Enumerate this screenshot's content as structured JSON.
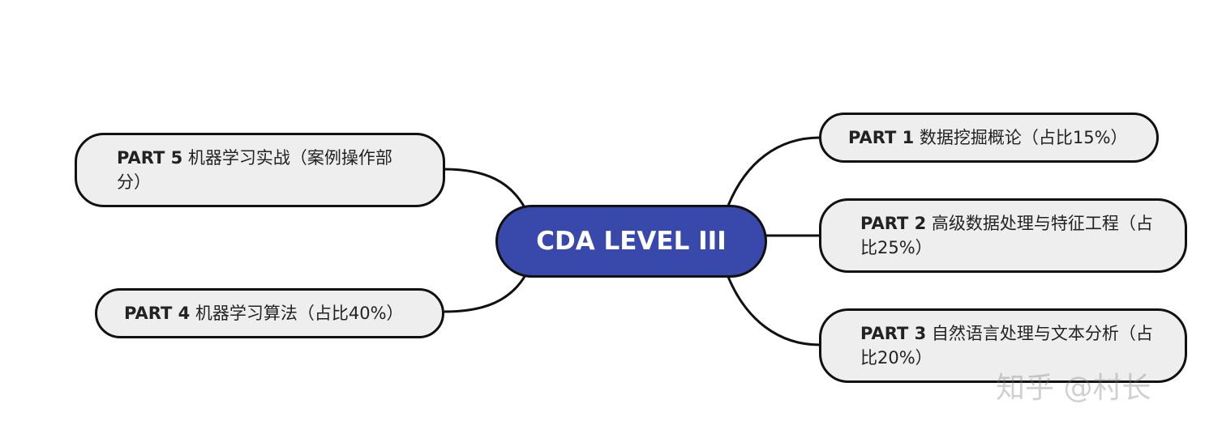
{
  "center": {
    "label": "CDA LEVEL III",
    "color": "#3949ab"
  },
  "nodes": {
    "part1": {
      "part": "PART 1",
      "text": " 数据挖掘概论（占比15%）"
    },
    "part2": {
      "part": "PART 2",
      "text": " 高级数据处理与特征工程（占比25%）"
    },
    "part3": {
      "part": "PART 3",
      "text": " 自然语言处理与文本分析（占比20%）"
    },
    "part4": {
      "part": "PART 4",
      "text": " 机器学习算法（占比40%）"
    },
    "part5": {
      "part": "PART 5",
      "text": " 机器学习实战（案例操作部分）"
    }
  },
  "watermark": {
    "text": "知乎 @村长"
  },
  "colors": {
    "node_fill": "#eeeeee",
    "stroke": "#111111",
    "center_fill": "#3949ab"
  }
}
